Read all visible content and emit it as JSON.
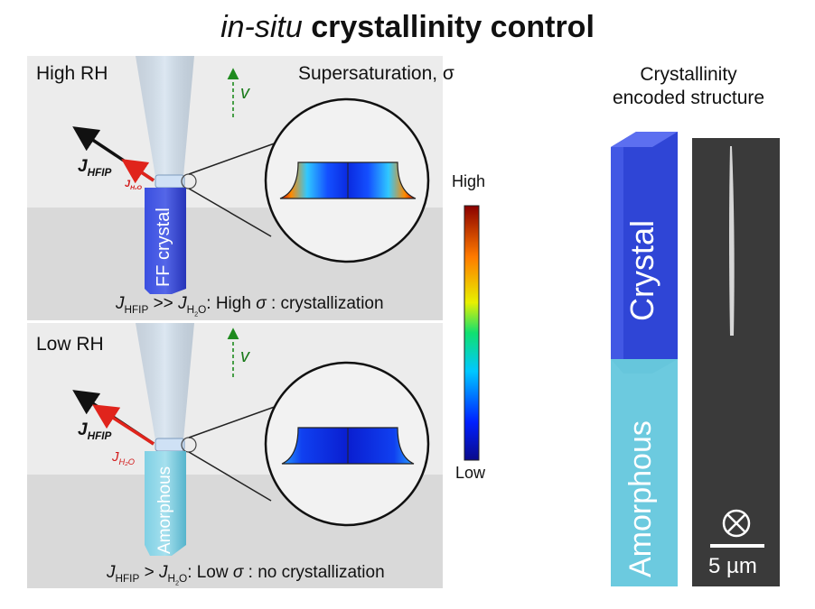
{
  "figure": {
    "title_italic": "in-situ",
    "title_bold": "crystallinity control",
    "top_panel": {
      "rh_label": "High RH",
      "supersaturation_label": "Supersaturation, σ",
      "velocity_label": "v",
      "flux_hfip_label": "J",
      "flux_hfip_sub": "HFIP",
      "flux_h2o_label": "J",
      "flux_h2o_sub": "H₂O",
      "fiber_label": "FF crystal",
      "equation": {
        "j1": "J",
        "j1_sub": "HFIP",
        "relation": " >> ",
        "j2": "J",
        "j2_sub": "H",
        "j2_sub2": "2",
        "j2_sub3": "O",
        "after": ": High ",
        "sigma": "σ",
        "rest": " : crystallization"
      }
    },
    "bottom_panel": {
      "rh_label": "Low RH",
      "velocity_label": "v",
      "flux_hfip_label": "J",
      "flux_hfip_sub": "HFIP",
      "flux_h2o_label": "J",
      "flux_h2o_sub": "H₂O",
      "fiber_label": "Amorphous",
      "equation": {
        "j1": "J",
        "j1_sub": "HFIP",
        "relation": " > ",
        "j2": "J",
        "j2_sub": "H",
        "j2_sub2": "2",
        "j2_sub3": "O",
        "after": ":  Low ",
        "sigma": "σ",
        "rest": " : no crystallization"
      }
    },
    "colorbar": {
      "high_label": "High",
      "low_label": "Low"
    },
    "right_panel": {
      "heading_line1": "Crystallinity",
      "heading_line2": "encoded structure",
      "crystal_label": "Crystal",
      "amorphous_label": "Amorphous",
      "scale_bar_label": "5 µm",
      "view_direction_icon": "into-page-icon"
    },
    "colors": {
      "panel_bg_light": "#ececec",
      "panel_bg_dark": "#d9d9d9",
      "crystal_blue": "#2f45d6",
      "amorphous_cyan": "#66c6dc",
      "flux_red": "#e0241c",
      "velocity_green": "#1e8a1e",
      "micrograph_bg": "#3a3a3a"
    }
  }
}
